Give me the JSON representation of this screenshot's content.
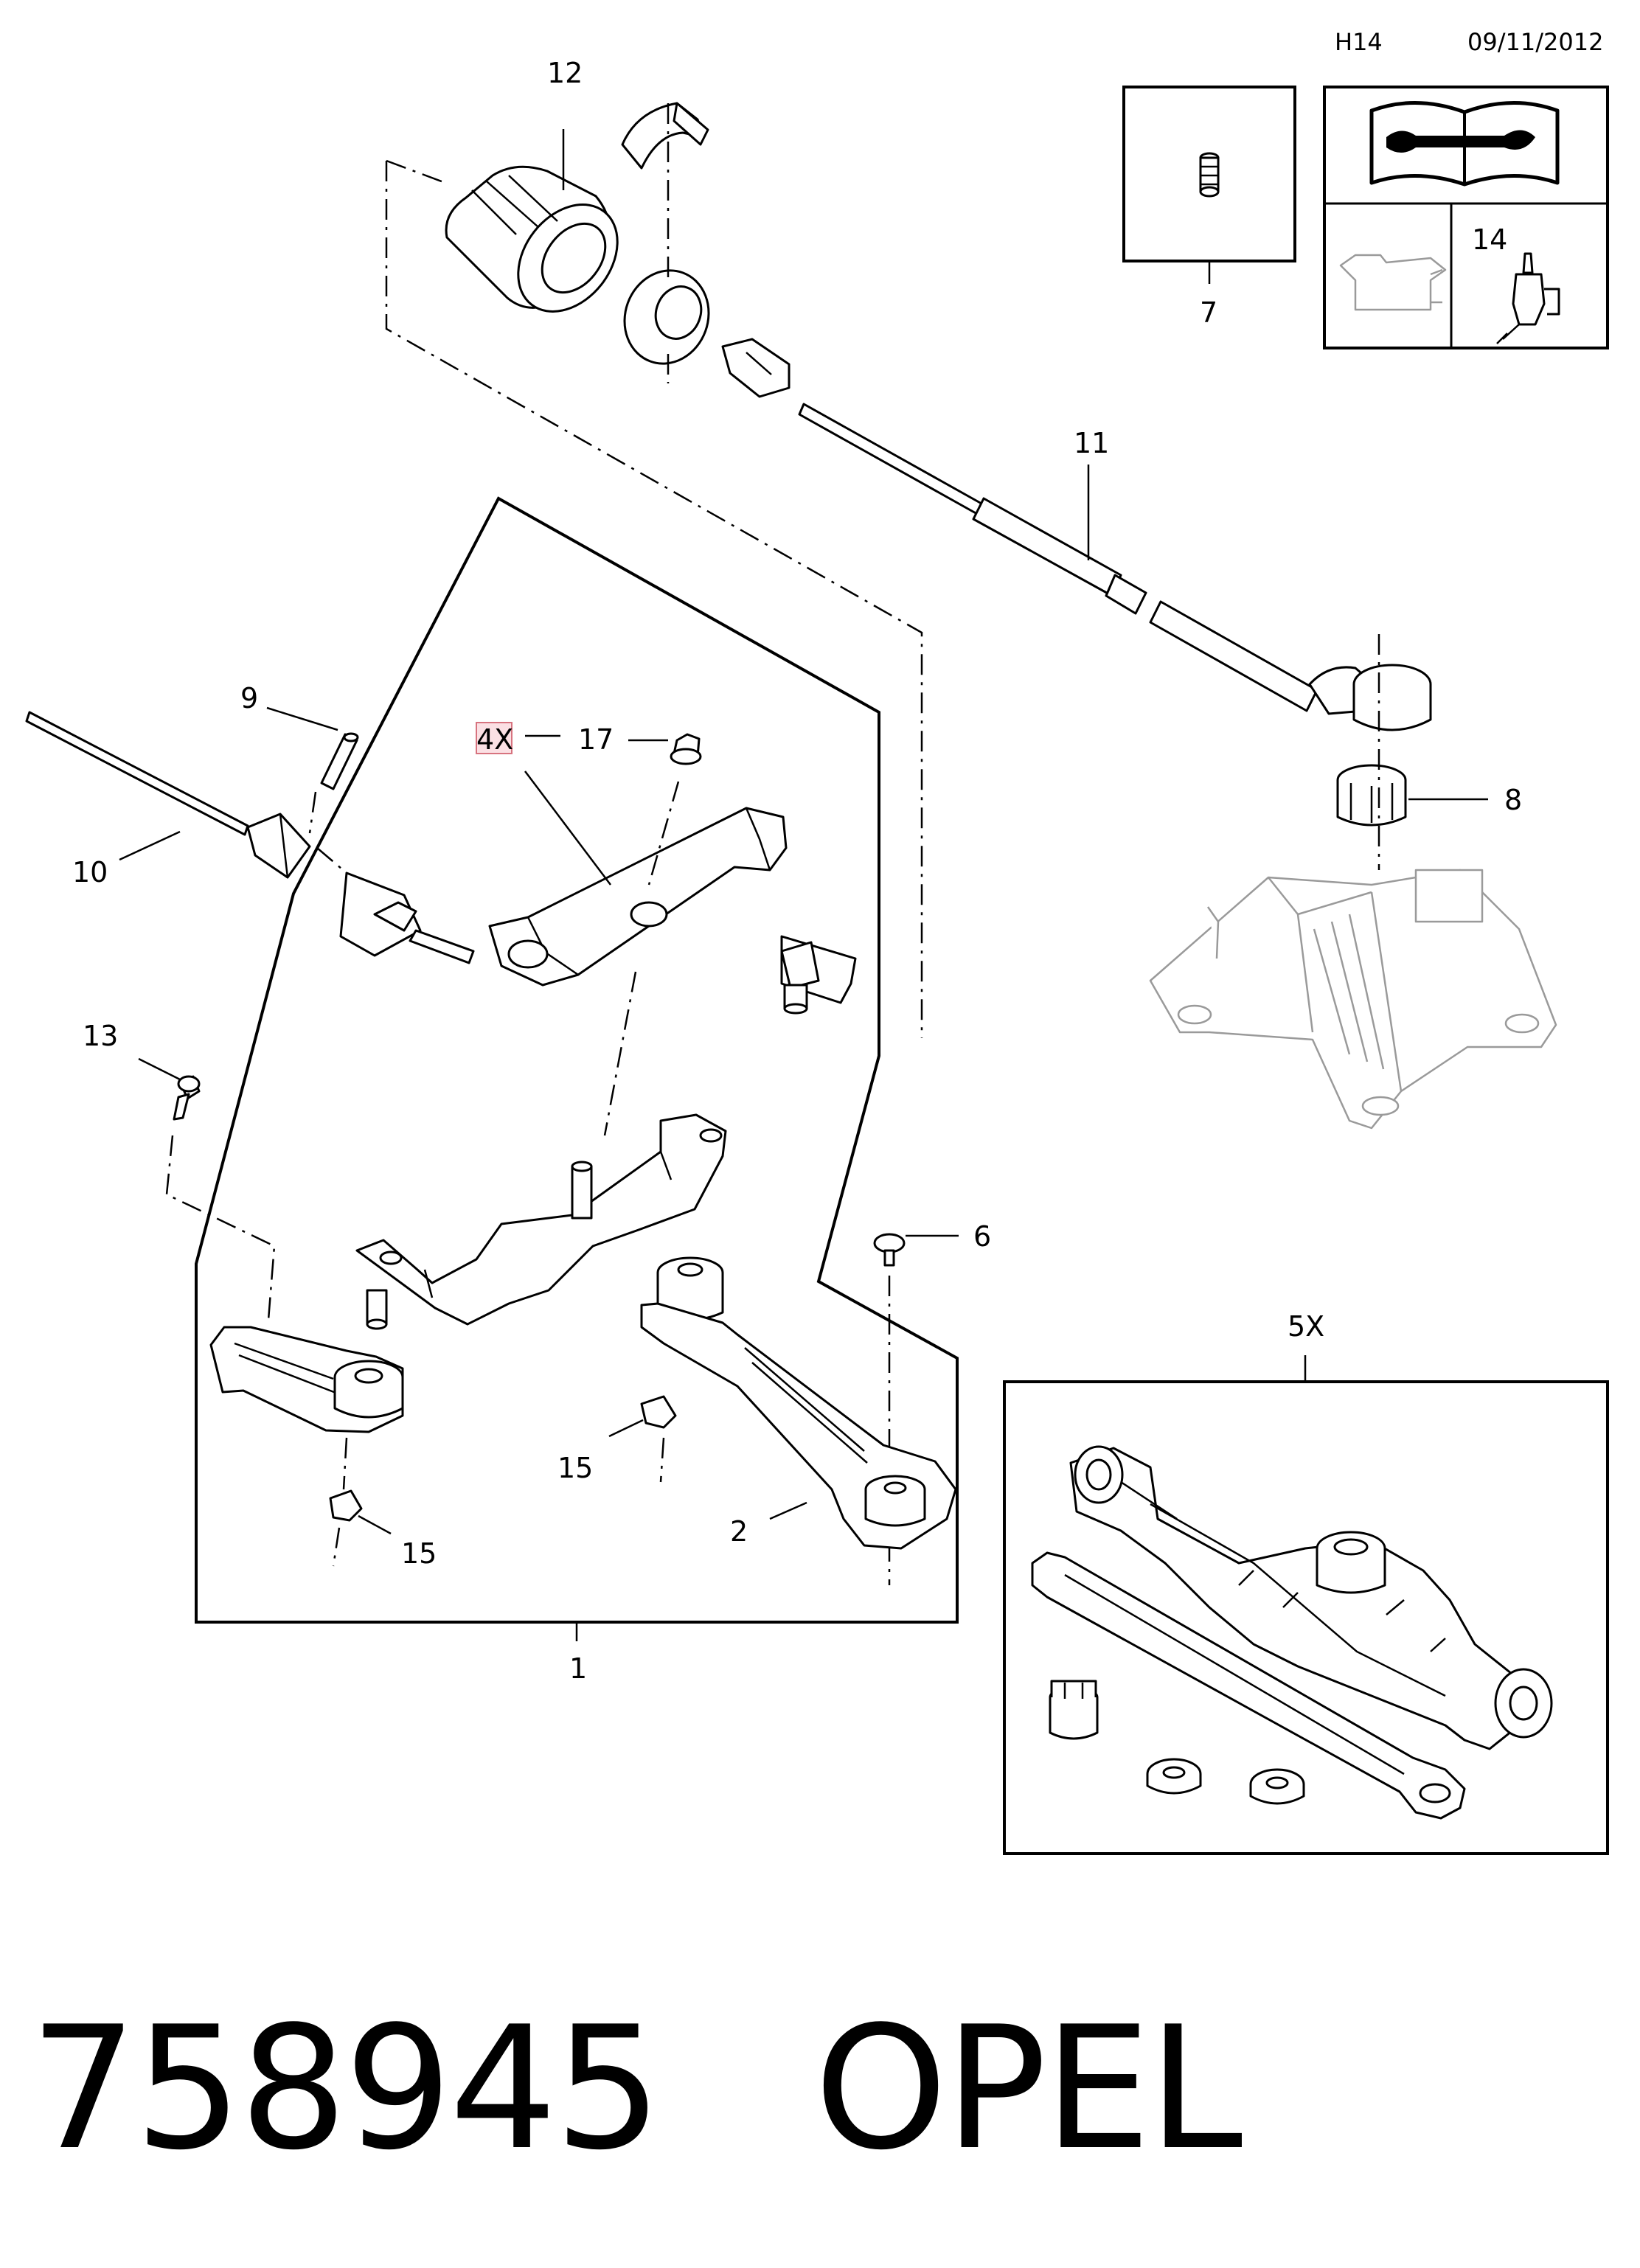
{
  "header": {
    "code": "H14",
    "date": "09/11/2012"
  },
  "callouts": {
    "c1": "1",
    "c2": "2",
    "c4x": "4X",
    "c5x": "5X",
    "c6": "6",
    "c7": "7",
    "c8": "8",
    "c9": "9",
    "c10": "10",
    "c11": "11",
    "c12": "12",
    "c13": "13",
    "c14": "14",
    "c15a": "15",
    "c15b": "15",
    "c17": "17"
  },
  "footer": {
    "part_number": "758945",
    "brand": "OPEL"
  },
  "icons": [
    "threaded-insert-icon",
    "service-manual-icon",
    "oil-can-icon",
    "adhesive-bottle-icon"
  ]
}
